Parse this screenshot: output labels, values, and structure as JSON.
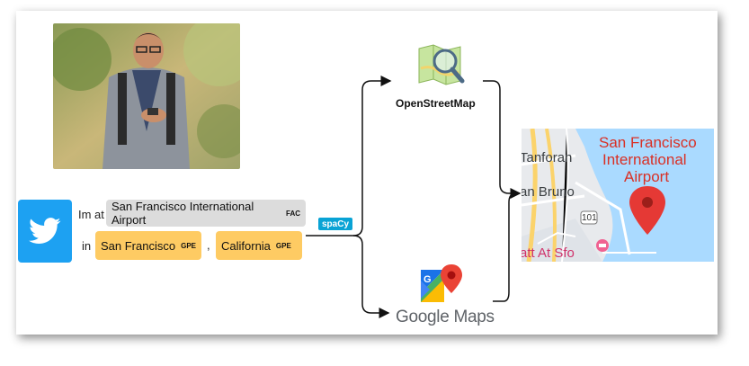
{
  "tweet": {
    "prefix_line1": "Im at",
    "prefix_line2": "in",
    "comma": ",",
    "entities": [
      {
        "text": "San Francisco International Airport",
        "label": "FAC"
      },
      {
        "text": "San Francisco",
        "label": "GPE"
      },
      {
        "text": "California",
        "label": "GPE"
      }
    ]
  },
  "nlp_tag": "spaCy",
  "services": {
    "osm": "OpenStreetMap",
    "google": "Google Maps"
  },
  "map": {
    "place_title_line1": "San Francisco",
    "place_title_line2": "International",
    "place_title_line3": "Airport",
    "labels": [
      "Tanforan",
      "an Bruno",
      "att At Sfo"
    ],
    "route_shield": "101",
    "colors": {
      "pin": "#e53935",
      "place_text": "#d93025"
    }
  },
  "colors": {
    "twitter": "#1da1f2",
    "fac": "#dcdcdc",
    "gpe": "#fecb63",
    "spacy": "#09a3d5"
  }
}
